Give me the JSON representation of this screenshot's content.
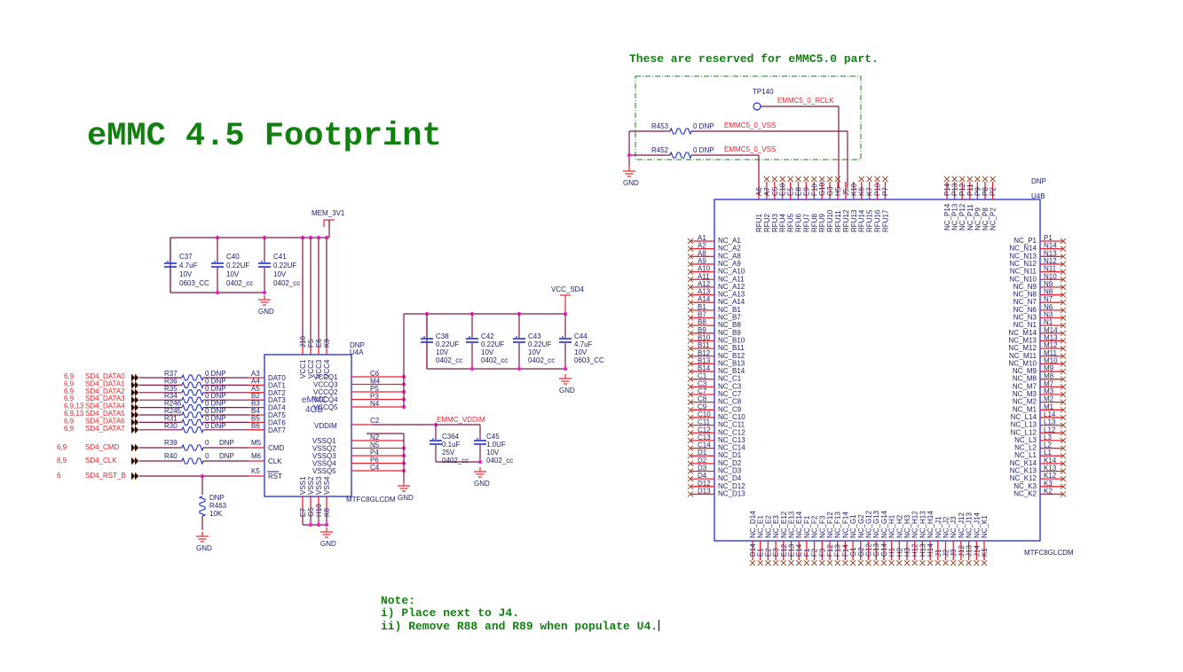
{
  "title": "eMMC 4.5 Footprint",
  "reserved_note": "These are reserved for eMMC5.0 part.",
  "note": {
    "heading": "Note:",
    "lines": [
      "i) Place next to J4.",
      "ii) Remove R88 and R89 when populate U4."
    ]
  },
  "power": {
    "mem": "MEM_3V1",
    "vcc_sd4": "VCC_SD4",
    "vddim_net": "EMMC_VDDIM",
    "gnd": "GND"
  },
  "caps_mem": [
    {
      "ref": "C37",
      "value": "4.7uF",
      "voltage": "10V",
      "pkg": "0603_CC"
    },
    {
      "ref": "C40",
      "value": "0.22UF",
      "voltage": "10V",
      "pkg": "0402_cc"
    },
    {
      "ref": "C41",
      "value": "0.22UF",
      "voltage": "10V",
      "pkg": "0402_cc"
    }
  ],
  "caps_vcc": [
    {
      "ref": "C38",
      "value": "0.22UF",
      "voltage": "10V",
      "pkg": "0402_cc"
    },
    {
      "ref": "C42",
      "value": "0.22UF",
      "voltage": "10V",
      "pkg": "0402_cc"
    },
    {
      "ref": "C43",
      "value": "0.22UF",
      "voltage": "10V",
      "pkg": "0402_cc"
    },
    {
      "ref": "C44",
      "value": "4.7uF",
      "voltage": "10V",
      "pkg": "0603_CC"
    }
  ],
  "caps_vddim": [
    {
      "ref": "C364",
      "value": "0.1uF",
      "voltage": "25V",
      "pkg": "0402_cc"
    },
    {
      "ref": "C45",
      "value": "1.0UF",
      "voltage": "10V",
      "pkg": "0402_cc"
    }
  ],
  "signals": [
    {
      "sheets": "6,9",
      "net": "SD4_DATA0",
      "res": "R37",
      "rval": "0 DNP",
      "pin": "A3",
      "pname": "DAT0"
    },
    {
      "sheets": "6,9",
      "net": "SD4_DATA1",
      "res": "R36",
      "rval": "0 DNP",
      "pin": "A4",
      "pname": "DAT1"
    },
    {
      "sheets": "6,9",
      "net": "SD4_DATA2",
      "res": "R35",
      "rval": "0 DNP",
      "pin": "A5",
      "pname": "DAT2"
    },
    {
      "sheets": "6,9",
      "net": "SD4_DATA3",
      "res": "R34",
      "rval": "0 DNP",
      "pin": "B2",
      "pname": "DAT3"
    },
    {
      "sheets": "6,9,13",
      "net": "SD4_DATA4",
      "res": "R246",
      "rval": "0 DNP",
      "pin": "B3",
      "pname": "DAT4"
    },
    {
      "sheets": "6,9,13",
      "net": "SD4_DATA5",
      "res": "R245",
      "rval": "0 DNP",
      "pin": "B4",
      "pname": "DAT5"
    },
    {
      "sheets": "6,9",
      "net": "SD4_DATA6",
      "res": "R31",
      "rval": "0 DNP",
      "pin": "B5",
      "pname": "DAT6"
    },
    {
      "sheets": "6,9",
      "net": "SD4_DATA7",
      "res": "R30",
      "rval": "0 DNP",
      "pin": "B6",
      "pname": "DAT7"
    }
  ],
  "ctrl_signals": [
    {
      "sheets": "6,9",
      "net": "SD4_CMD",
      "res": "R39",
      "rval": "0",
      "dnp": "DNP",
      "pin": "M5",
      "pname": "CMD"
    },
    {
      "sheets": "6,9",
      "net": "SD4_CLK",
      "res": "R40",
      "rval": "0",
      "dnp": "DNP",
      "pin": "M6",
      "pname": "CLK"
    },
    {
      "sheets": "6",
      "net": "SD4_RST_B",
      "pin": "K5",
      "pname": "RST"
    }
  ],
  "pulldown": {
    "dnp": "DNP",
    "ref": "R463",
    "value": "10K"
  },
  "u4a": {
    "dnp": "DNP",
    "ref": "U4A",
    "part": "MTFC8GLCDM",
    "label1": "eMMC",
    "label2": "4GB",
    "vcc_pins": [
      {
        "pin": "J10",
        "name": "VCC1"
      },
      {
        "pin": "F5",
        "name": "VCC2"
      },
      {
        "pin": "E6",
        "name": "VCC3"
      },
      {
        "pin": "K9",
        "name": "VCC4"
      }
    ],
    "vss_pins": [
      {
        "pin": "E7",
        "name": "VSS1"
      },
      {
        "pin": "G5",
        "name": "VSS2"
      },
      {
        "pin": "H10",
        "name": "VSS3"
      },
      {
        "pin": "K8",
        "name": "VSS4"
      }
    ],
    "vccq_pins": [
      {
        "pin": "C6",
        "name": "VCCQ1"
      },
      {
        "pin": "M4",
        "name": "VCCQ3"
      },
      {
        "pin": "P5",
        "name": "VCCQ2"
      },
      {
        "pin": "P3",
        "name": "VCCQ4"
      },
      {
        "pin": "N4",
        "name": "VCCQ5"
      }
    ],
    "vddim_pin": {
      "pin": "C2",
      "name": "VDDIM"
    },
    "vssq_pins": [
      {
        "pin": "N2",
        "name": "VSSQ1"
      },
      {
        "pin": "N5",
        "name": "VSSQ2"
      },
      {
        "pin": "P4",
        "name": "VSSQ3"
      },
      {
        "pin": "P6",
        "name": "VSSQ4"
      },
      {
        "pin": "C4",
        "name": "VSSQ5"
      }
    ]
  },
  "reserved": {
    "tp": "TP140",
    "rclk_net": "EMMC5_0_RCLK",
    "vss_net": "EMMC5_0_VSS",
    "r453": {
      "ref": "R453",
      "value": "0 DNP"
    },
    "r452": {
      "ref": "R452",
      "value": "0 DNP"
    }
  },
  "u4b": {
    "dnp": "DNP",
    "ref": "U4B",
    "part": "MTFC8GLCDM",
    "top_rfu": [
      [
        "A6",
        "RFU1"
      ],
      [
        "A7",
        "RFU2"
      ],
      [
        "C5",
        "RFU3"
      ],
      [
        "E10",
        "RFU4"
      ],
      [
        "E5",
        "RFU5"
      ],
      [
        "E8",
        "RFU6"
      ],
      [
        "E9",
        "RFU7"
      ],
      [
        "F10",
        "RFU8"
      ],
      [
        "G10",
        "RFU9"
      ],
      [
        "G3",
        "RFU10"
      ],
      [
        "H5",
        "RFU11"
      ],
      [
        "J5",
        "RFU12"
      ],
      [
        "K10",
        "RFU13"
      ],
      [
        "K6",
        "RFU14"
      ],
      [
        "K7",
        "RFU15"
      ],
      [
        "P10",
        "RFU16"
      ],
      [
        "P7",
        "RFU17"
      ]
    ],
    "top_nc": [
      [
        "P14",
        "NC_P14"
      ],
      [
        "P13",
        "NC_P13"
      ],
      [
        "P12",
        "NC_P12"
      ],
      [
        "P11",
        "NC_P11"
      ],
      [
        "P9",
        "NC_P9"
      ],
      [
        "P8",
        "NC_P8"
      ],
      [
        "P2",
        "NC_P2"
      ]
    ],
    "left": [
      [
        "A1",
        "NC_A1"
      ],
      [
        "A2",
        "NC_A2"
      ],
      [
        "A8",
        "NC_A8"
      ],
      [
        "A9",
        "NC_A9"
      ],
      [
        "A10",
        "NC_A10"
      ],
      [
        "A11",
        "NC_A11"
      ],
      [
        "A12",
        "NC_A12"
      ],
      [
        "A13",
        "NC_A13"
      ],
      [
        "A14",
        "NC_A14"
      ],
      [
        "B1",
        "NC_B1"
      ],
      [
        "B7",
        "NC_B7"
      ],
      [
        "B8",
        "NC_B8"
      ],
      [
        "B9",
        "NC_B9"
      ],
      [
        "B10",
        "NC_B10"
      ],
      [
        "B11",
        "NC_B11"
      ],
      [
        "B12",
        "NC_B12"
      ],
      [
        "B13",
        "NC_B13"
      ],
      [
        "B14",
        "NC_B14"
      ],
      [
        "C1",
        "NC_C1"
      ],
      [
        "C3",
        "NC_C3"
      ],
      [
        "C7",
        "NC_C7"
      ],
      [
        "C8",
        "NC_C8"
      ],
      [
        "C9",
        "NC_C9"
      ],
      [
        "C10",
        "NC_C10"
      ],
      [
        "C11",
        "NC_C11"
      ],
      [
        "C12",
        "NC_C12"
      ],
      [
        "C13",
        "NC_C13"
      ],
      [
        "C14",
        "NC_C14"
      ],
      [
        "D1",
        "NC_D1"
      ],
      [
        "D2",
        "NC_D2"
      ],
      [
        "D3",
        "NC_D3"
      ],
      [
        "D4",
        "NC_D4"
      ],
      [
        "D12",
        "NC_D12"
      ],
      [
        "D13",
        "NC_D13"
      ]
    ],
    "right": [
      [
        "P1",
        "NC_P1"
      ],
      [
        "N14",
        "NC_N14"
      ],
      [
        "N13",
        "NC_N13"
      ],
      [
        "N12",
        "NC_N12"
      ],
      [
        "N11",
        "NC_N11"
      ],
      [
        "N10",
        "NC_N10"
      ],
      [
        "N9",
        "NC_N9"
      ],
      [
        "N8",
        "NC_N8"
      ],
      [
        "N7",
        "NC_N7"
      ],
      [
        "N6",
        "NC_N6"
      ],
      [
        "N3",
        "NC_N3"
      ],
      [
        "N1",
        "NC_N1"
      ],
      [
        "M14",
        "NC_M14"
      ],
      [
        "M13",
        "NC_M13"
      ],
      [
        "M12",
        "NC_M12"
      ],
      [
        "M11",
        "NC_M11"
      ],
      [
        "M10",
        "NC_M10"
      ],
      [
        "M9",
        "NC_M9"
      ],
      [
        "M8",
        "NC_M8"
      ],
      [
        "M7",
        "NC_M7"
      ],
      [
        "M3",
        "NC_M3"
      ],
      [
        "M2",
        "NC_M2"
      ],
      [
        "M1",
        "NC_M1"
      ],
      [
        "L14",
        "NC_L14"
      ],
      [
        "L13",
        "NC_L13"
      ],
      [
        "L12",
        "NC_L12"
      ],
      [
        "L3",
        "NC_L3"
      ],
      [
        "L2",
        "NC_L2"
      ],
      [
        "L1",
        "NC_L1"
      ],
      [
        "K14",
        "NC_K14"
      ],
      [
        "K13",
        "NC_K13"
      ],
      [
        "K12",
        "NC_K12"
      ],
      [
        "K3",
        "NC_K3"
      ],
      [
        "K2",
        "NC_K2"
      ]
    ],
    "bottom": [
      [
        "D14",
        "NC_D14"
      ],
      [
        "E1",
        "NC_E1"
      ],
      [
        "E2",
        "NC_E2"
      ],
      [
        "E3",
        "NC_E3"
      ],
      [
        "E12",
        "NC_E12"
      ],
      [
        "E13",
        "NC_E13"
      ],
      [
        "E14",
        "NC_E14"
      ],
      [
        "F1",
        "NC_F1"
      ],
      [
        "F2",
        "NC_F2"
      ],
      [
        "F3",
        "NC_F3"
      ],
      [
        "F12",
        "NC_F12"
      ],
      [
        "F13",
        "NC_F13"
      ],
      [
        "F14",
        "NC_F14"
      ],
      [
        "G1",
        "NC_G1"
      ],
      [
        "G2",
        "NC_G2"
      ],
      [
        "G12",
        "NC_G12"
      ],
      [
        "G13",
        "NC_G13"
      ],
      [
        "G14",
        "NC_G14"
      ],
      [
        "H1",
        "NC_H1"
      ],
      [
        "H2",
        "NC_H2"
      ],
      [
        "H3",
        "NC_H3"
      ],
      [
        "H12",
        "NC_H12"
      ],
      [
        "H13",
        "NC_H13"
      ],
      [
        "H14",
        "NC_H14"
      ],
      [
        "J1",
        "NC_J1"
      ],
      [
        "J2",
        "NC_J2"
      ],
      [
        "J3",
        "NC_J3"
      ],
      [
        "J12",
        "NC_J12"
      ],
      [
        "J13",
        "NC_J13"
      ],
      [
        "J14",
        "NC_J14"
      ],
      [
        "K1",
        "NC_K1"
      ]
    ]
  }
}
